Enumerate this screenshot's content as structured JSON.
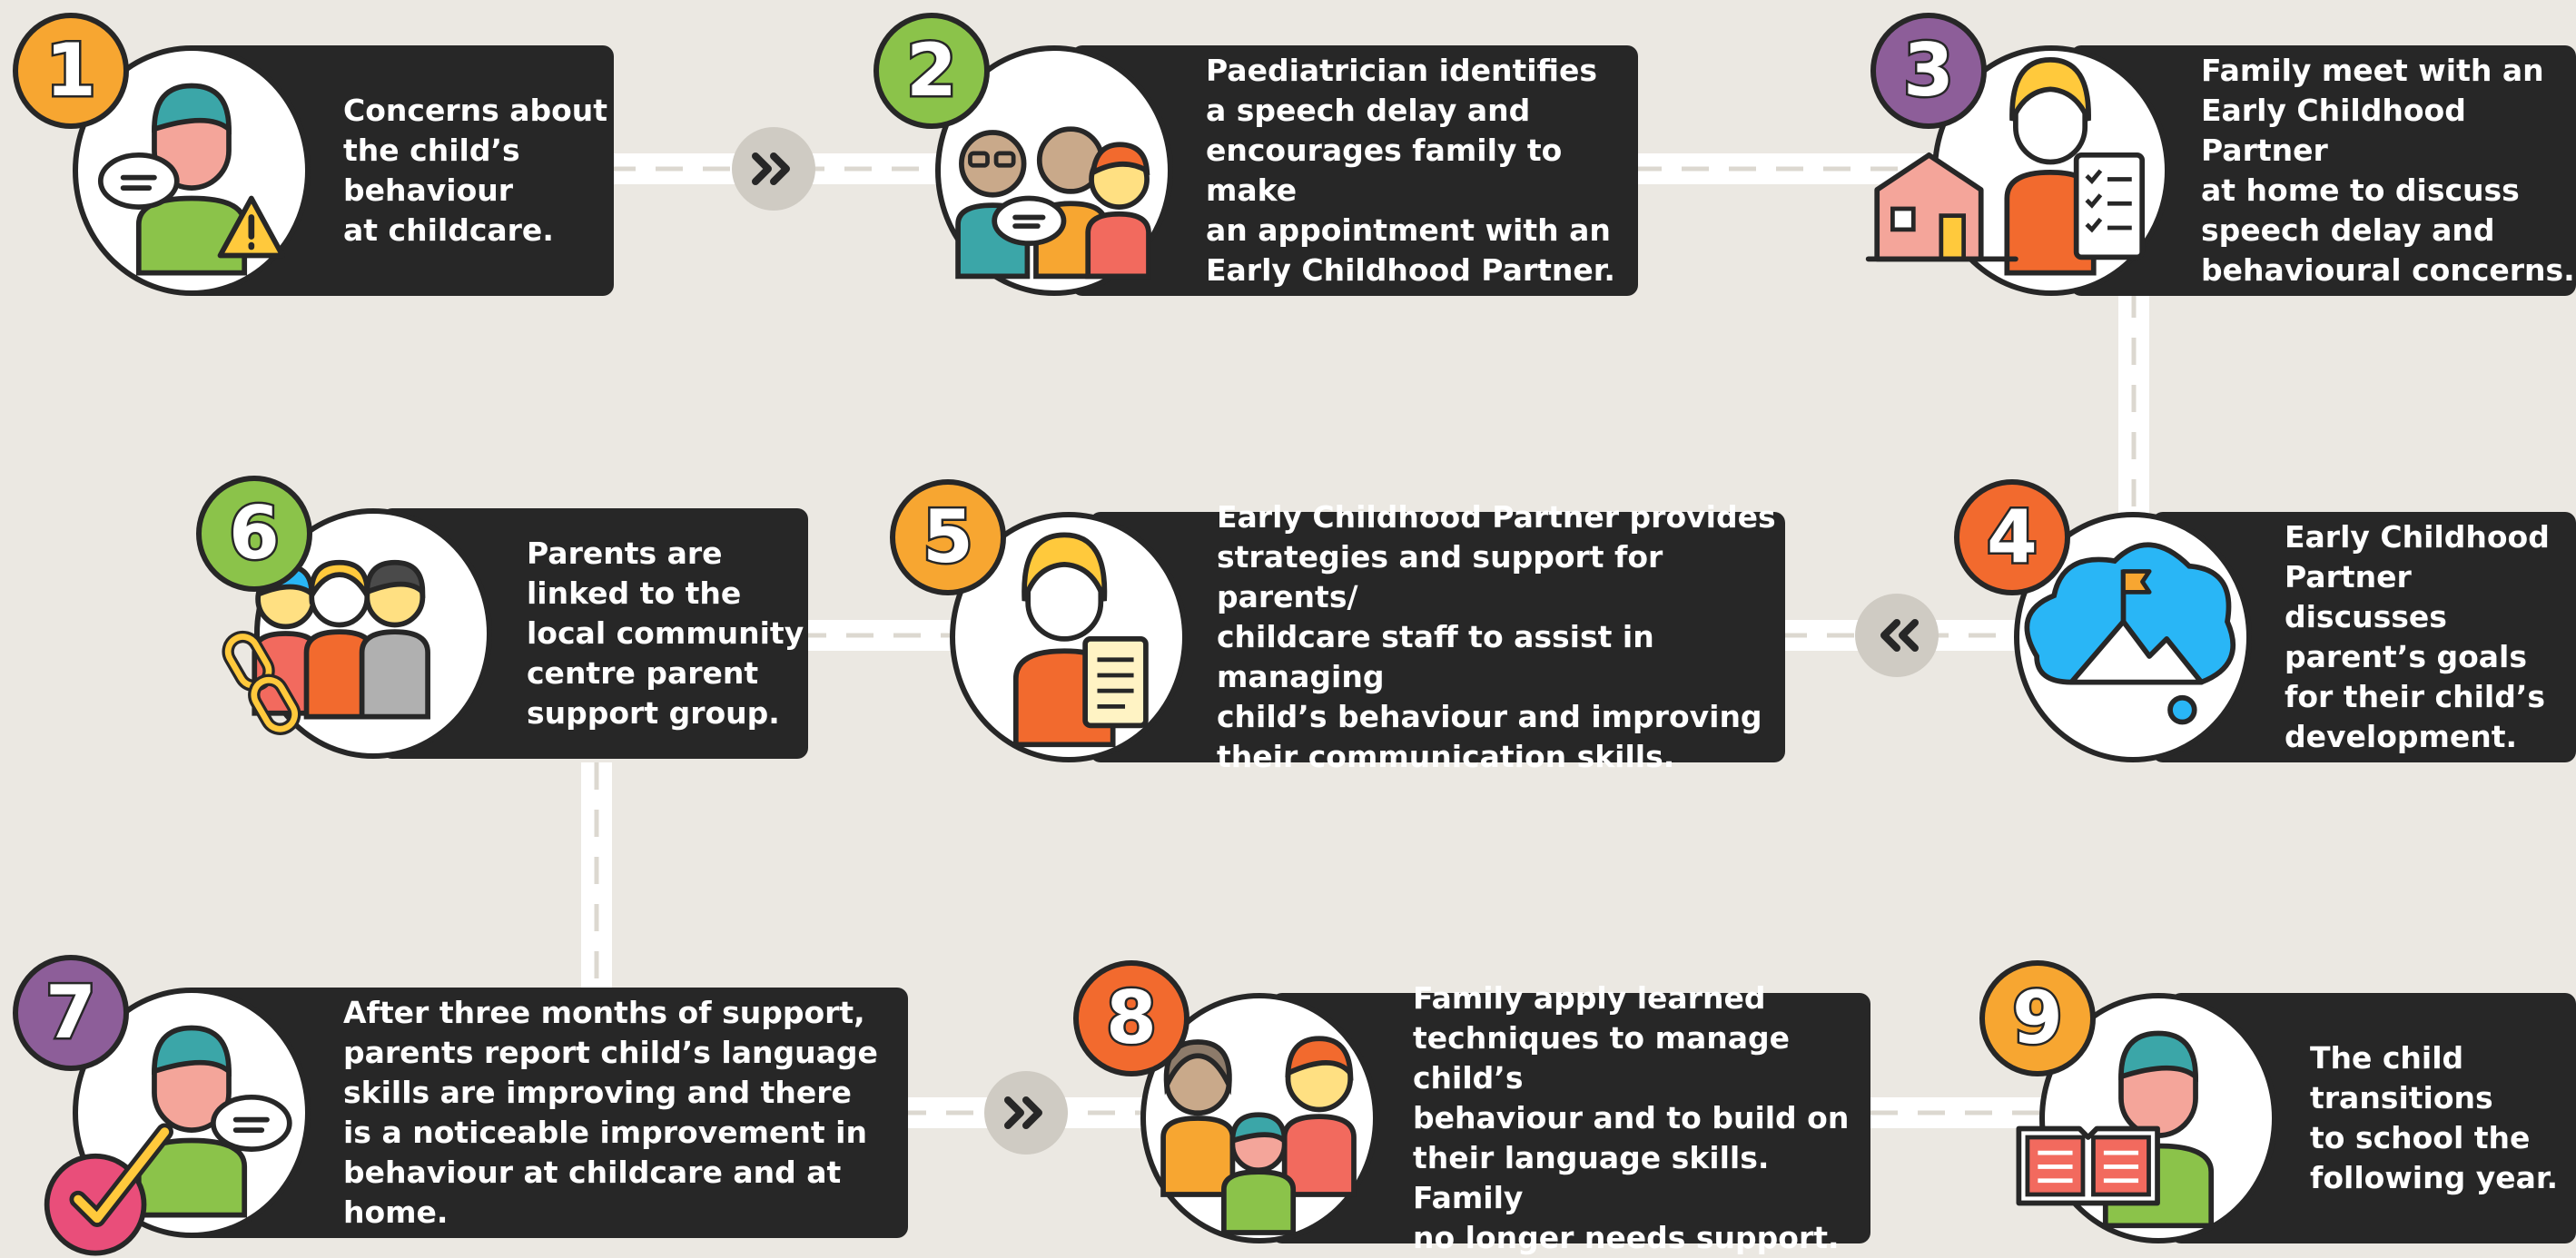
{
  "colors": {
    "background": "#ebe8e2",
    "card": "#272727",
    "path": "#ffffff",
    "path_dash": "#dcd8d0",
    "arrow_bg": "#cfcbc3",
    "orange": "#f7a631",
    "green": "#8bc34a",
    "purple": "#8d5e99",
    "red_orange": "#f26a2e",
    "teal": "#3ba6a8",
    "skin": "#f4a59a",
    "shirt_green": "#8bc34a",
    "yellow": "#ffc93c",
    "sky_blue": "#29b6f6",
    "pink": "#e94e7a"
  },
  "steps": [
    {
      "number": "1",
      "badge_color": "#f7a631",
      "icon": "concerned-child-icon",
      "text": "Concerns about\nthe child’s\nbehaviour\nat childcare."
    },
    {
      "number": "2",
      "badge_color": "#8bc34a",
      "icon": "paediatrician-family-icon",
      "text": "Paediatrician identifies\na speech delay and\nencourages family to make\nan appointment with an\nEarly Childhood Partner."
    },
    {
      "number": "3",
      "badge_color": "#8d5e99",
      "icon": "home-visit-icon",
      "text": "Family meet with an\nEarly Childhood Partner\nat home to discuss\nspeech delay and\nbehavioural concerns."
    },
    {
      "number": "4",
      "badge_color": "#f26a2e",
      "icon": "goals-cloud-icon",
      "text": "Early Childhood\nPartner discusses\nparent’s goals\nfor their child’s\ndevelopment."
    },
    {
      "number": "5",
      "badge_color": "#f7a631",
      "icon": "partner-document-icon",
      "text": "Early Childhood Partner provides\nstrategies and support for parents/\nchildcare staff to assist in managing\nchild’s behaviour and improving\ntheir communication skills."
    },
    {
      "number": "6",
      "badge_color": "#8bc34a",
      "icon": "linked-parents-icon",
      "text": "Parents are\nlinked to the\nlocal community\ncentre parent\nsupport group."
    },
    {
      "number": "7",
      "badge_color": "#8d5e99",
      "icon": "improved-child-icon",
      "text": "After three months of support,\nparents report child’s language\nskills are improving and there\nis a noticeable improvement in\nbehaviour at childcare and at home."
    },
    {
      "number": "8",
      "badge_color": "#f26a2e",
      "icon": "family-group-icon",
      "text": "Family apply learned\ntechniques to manage child’s\nbehaviour and to build on\ntheir language skills. Family\nno longer needs support."
    },
    {
      "number": "9",
      "badge_color": "#f7a631",
      "icon": "school-child-book-icon",
      "text": "The child\ntransitions\nto school the\nfollowing year."
    }
  ]
}
